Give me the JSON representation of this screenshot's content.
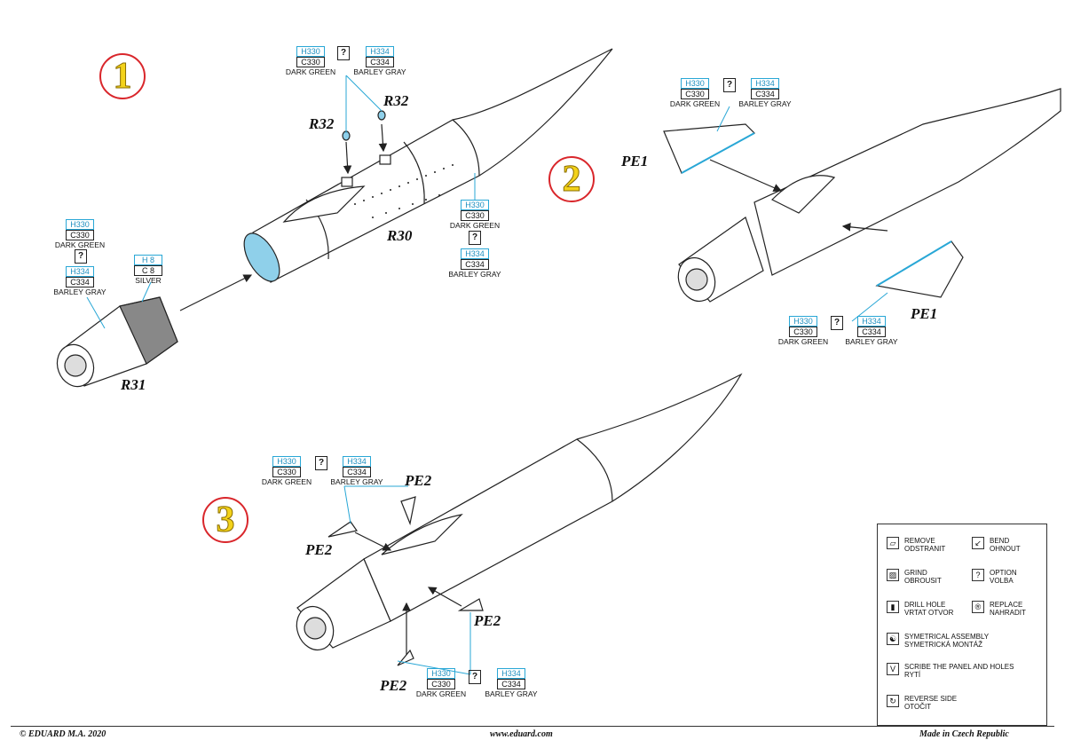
{
  "steps": [
    "1",
    "2",
    "3"
  ],
  "parts": {
    "r32a": "R32",
    "r32b": "R32",
    "r30": "R30",
    "r31": "R31",
    "pe1a": "PE1",
    "pe1b": "PE1",
    "pe2a": "PE2",
    "pe2b": "PE2",
    "pe2c": "PE2",
    "pe2d": "PE2"
  },
  "colors": {
    "h330": "H330",
    "c330": "C330",
    "dark_green": "DARK GREEN",
    "h334": "H334",
    "c334": "C334",
    "barley_gray": "BARLEY GRAY",
    "h8": "H 8",
    "c8": "C 8",
    "silver": "SILVER",
    "option": "?",
    "accent_blue": "#29a7d6",
    "step_red": "#d9262b",
    "step_yellow": "#f3d21a"
  },
  "legend": {
    "remove": "REMOVE",
    "remove_cz": "ODSTRANIT",
    "bend": "BEND",
    "bend_cz": "OHNOUT",
    "grind": "GRIND",
    "grind_cz": "OBROUSIT",
    "option": "OPTION",
    "option_cz": "VOLBA",
    "drill": "DRILL HOLE",
    "drill_cz": "VRTAT OTVOR",
    "replace": "REPLACE",
    "replace_cz": "NAHRADIT",
    "sym": "SYMETRICAL ASSEMBLY",
    "sym_cz": "SYMETRICKÁ MONTÁŽ",
    "scribe": "SCRIBE THE PANEL AND HOLES",
    "scribe_cz": "RYTÍ",
    "reverse": "REVERSE SIDE",
    "reverse_cz": "OTOČIT"
  },
  "footer": {
    "copyright": "© EDUARD  M.A. 2020",
    "url": "www.eduard.com",
    "made": "Made in Czech Republic"
  }
}
